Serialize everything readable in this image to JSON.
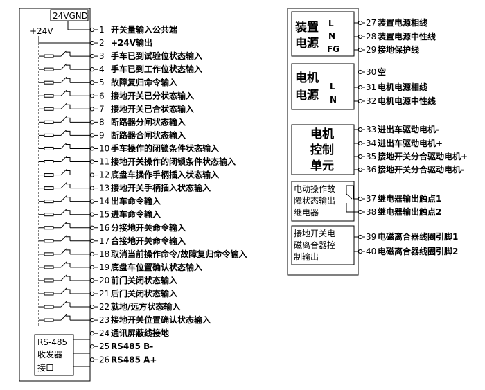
{
  "header": {
    "gnd_label": "24VGND",
    "plus_label": "+24V"
  },
  "left_terminals": [
    {
      "num": "1",
      "label": "开关量输入公共端",
      "switch": false
    },
    {
      "num": "2",
      "label": "+24V输出",
      "switch": false
    },
    {
      "num": "3",
      "label": "手车已到试验位状态输入",
      "switch": true
    },
    {
      "num": "4",
      "label": "手车已到工作位状态输入",
      "switch": true
    },
    {
      "num": "5",
      "label": "故障复归命令输入",
      "switch": true
    },
    {
      "num": "6",
      "label": "接地开关已分状态输入",
      "switch": true
    },
    {
      "num": "7",
      "label": "接地开关已合状态输入",
      "switch": true
    },
    {
      "num": "8",
      "label": "断路器分闸状态输入",
      "switch": true
    },
    {
      "num": "9",
      "label": "断路器合闸状态输入",
      "switch": true
    },
    {
      "num": "10",
      "label": "手车操作的闭锁条件状态输入",
      "switch": true
    },
    {
      "num": "11",
      "label": "接地开关操作的闭锁条件状态输入",
      "switch": true
    },
    {
      "num": "12",
      "label": "底盘车操作手柄插入状态输入",
      "switch": true
    },
    {
      "num": "13",
      "label": "接地开关手柄插入状态输入",
      "switch": true
    },
    {
      "num": "14",
      "label": "出车命令输入",
      "switch": true
    },
    {
      "num": "15",
      "label": "进车命令输入",
      "switch": true
    },
    {
      "num": "16",
      "label": "分接地开关命令输入",
      "switch": true
    },
    {
      "num": "17",
      "label": "合接地开关命令输入",
      "switch": true
    },
    {
      "num": "18",
      "label": "取消当前操作命令/故障复归命令输入",
      "switch": true
    },
    {
      "num": "19",
      "label": "底盘车位置确认状态输入",
      "switch": true
    },
    {
      "num": "20",
      "label": "前门关闭状态输入",
      "switch": true
    },
    {
      "num": "21",
      "label": "后门关闭状态输入",
      "switch": true
    },
    {
      "num": "22",
      "label": "就地/远方状态输入",
      "switch": true
    },
    {
      "num": "23",
      "label": "接地开关位置确认状态输入",
      "switch": true
    },
    {
      "num": "24",
      "label": "通讯屏蔽线接地",
      "switch": false
    },
    {
      "num": "25",
      "label": "RS485 B-",
      "switch": false
    },
    {
      "num": "26",
      "label": "RS485 A+",
      "switch": false
    }
  ],
  "rs485_box": {
    "lines": [
      "RS-485",
      "收发器",
      "接口"
    ]
  },
  "right_boxes": {
    "device_power": {
      "title": [
        "装置",
        "电源"
      ],
      "letters": [
        "L",
        "N",
        "FG"
      ]
    },
    "motor_power": {
      "title": [
        "电机",
        "电源"
      ],
      "letters": [
        "L",
        "N"
      ]
    },
    "motor_control": {
      "title": [
        "电机",
        "控制",
        "单元"
      ]
    },
    "fault_relay": {
      "lines": [
        "电动操作故",
        "障状态输出",
        "继电器"
      ]
    },
    "clutch_output": {
      "lines": [
        "接地开关电",
        "磁离合器控",
        "制输出"
      ]
    }
  },
  "right_terminals": [
    {
      "num": "27",
      "label": "装置电源相线"
    },
    {
      "num": "28",
      "label": "装置电源中性线"
    },
    {
      "num": "29",
      "label": "接地保护线"
    },
    {
      "num": "30",
      "label": "空"
    },
    {
      "num": "31",
      "label": "电机电源相线"
    },
    {
      "num": "32",
      "label": "电机电源中性线"
    },
    {
      "num": "33",
      "label": "进出车驱动电机-"
    },
    {
      "num": "34",
      "label": "进出车驱动电机+"
    },
    {
      "num": "35",
      "label": "接地开关分合驱动电机+"
    },
    {
      "num": "36",
      "label": "接地开关分合驱动电机-"
    },
    {
      "num": "37",
      "label": "继电器输出触点1"
    },
    {
      "num": "38",
      "label": "继电器输出触点2"
    },
    {
      "num": "39",
      "label": "电磁离合器线圈引脚1"
    },
    {
      "num": "40",
      "label": "电磁离合器线圈引脚2"
    }
  ]
}
